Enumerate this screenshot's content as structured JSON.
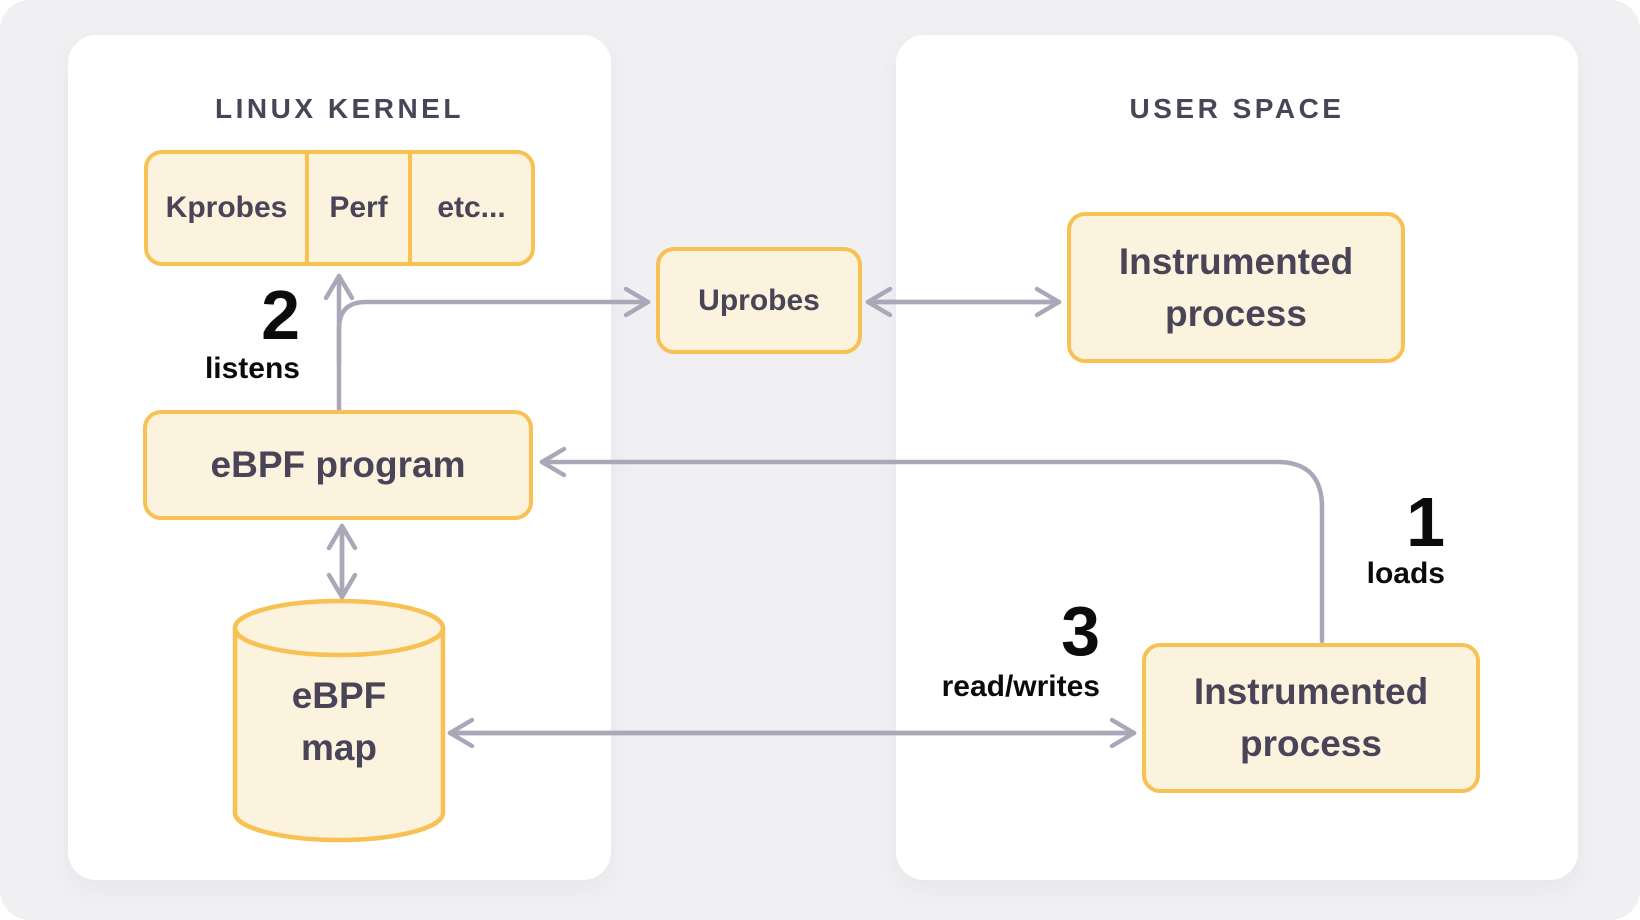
{
  "kernel_panel": {
    "title": "LINUX KERNEL",
    "probe_boxes": [
      "Kprobes",
      "Perf",
      "etc..."
    ],
    "ebpf_program": "eBPF program",
    "ebpf_map": "eBPF map"
  },
  "bridge": {
    "uprobes": "Uprobes"
  },
  "user_panel": {
    "title": "USER SPACE",
    "process_top": "Instrumented process",
    "process_bottom": "Instrumented process"
  },
  "steps": {
    "one": {
      "number": "1",
      "label": "loads"
    },
    "two": {
      "number": "2",
      "label": "listens"
    },
    "three": {
      "number": "3",
      "label": "read/writes"
    }
  },
  "colors": {
    "page_bg": "#FFFFFF",
    "canvas_bg": "#F0F0F3",
    "panel_bg": "#FFFFFF",
    "box_fill": "#FCF3DE",
    "box_border": "#F7C153",
    "arrow": "#ABA7B8",
    "text_dark": "#4A4458",
    "label_black": "#0B0B0C"
  }
}
